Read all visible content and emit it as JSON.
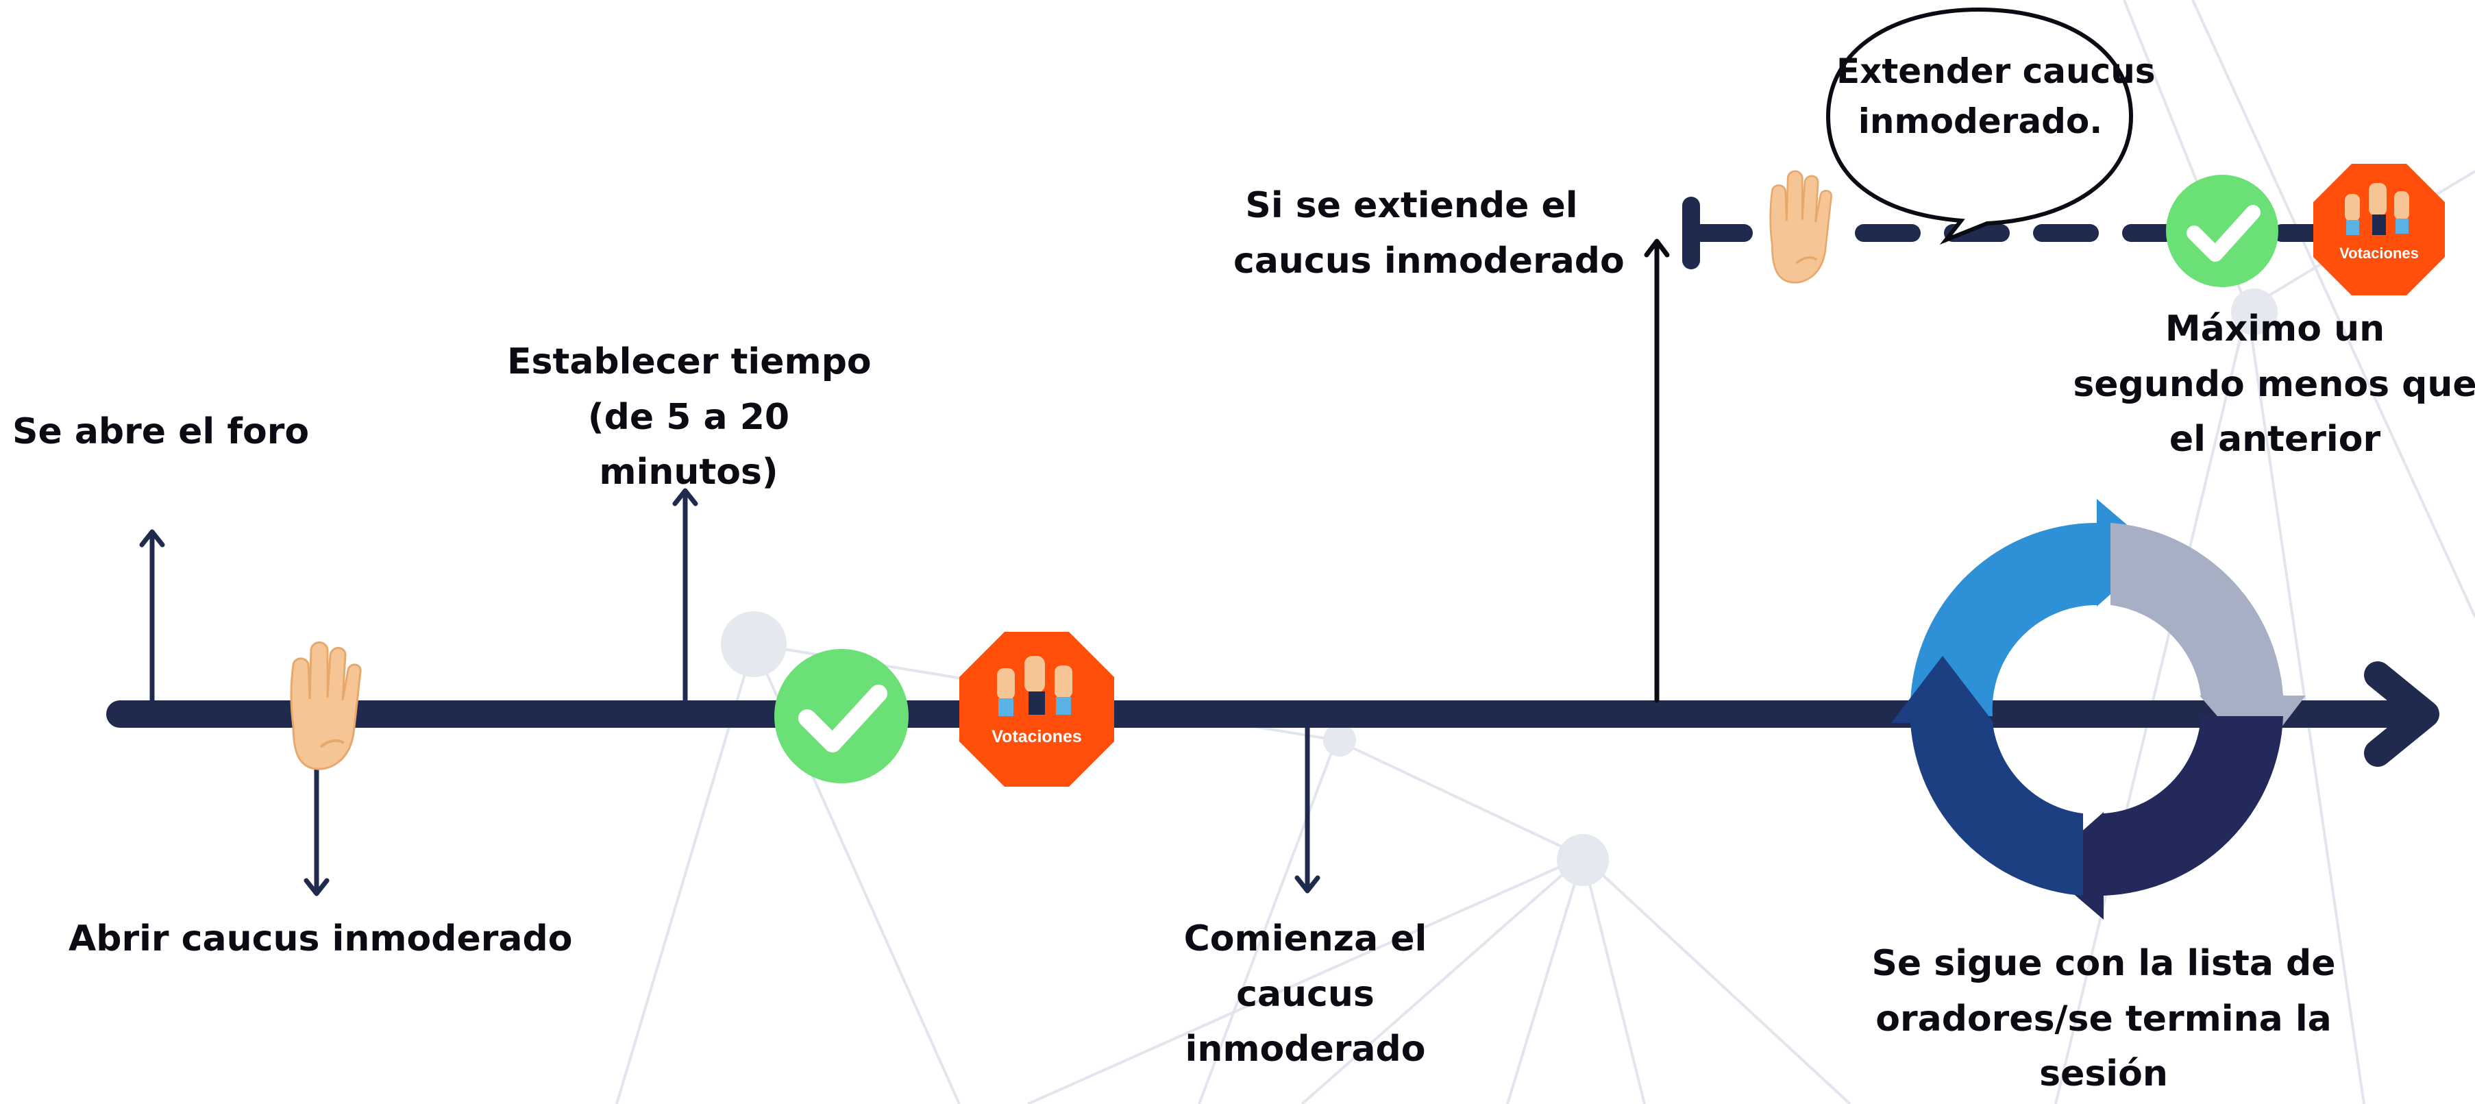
{
  "steps": {
    "open_forum": "Se abre el foro",
    "open_caucus": "Abrir caucus inmoderado",
    "set_time": [
      "Establecer tiempo",
      "(de 5 a 20",
      "minutos)"
    ],
    "caucus_starts": [
      "Comienza el",
      "caucus",
      "inmoderado"
    ],
    "if_extended": [
      "Si se extiende el",
      "caucus inmoderado"
    ],
    "max_rule": [
      "Máximo un",
      "segundo menos que",
      "el anterior"
    ],
    "continue": [
      "Se sigue con la lista de",
      "oradores/se termina la",
      "sesión"
    ]
  },
  "bubble": [
    "Extender caucus",
    "inmoderado."
  ],
  "badges": {
    "vote_label": "Votaciones"
  },
  "icons": [
    "hand-icon",
    "check-icon",
    "vote-stop-icon",
    "cycle-arrows-icon"
  ],
  "colors": {
    "line": "#1f2a4e",
    "check": "#6be076",
    "stop": "#ff4f0a",
    "hand": "#f6c596",
    "cycle_light_blue": "#2e90d6",
    "cycle_gray": "#a6afc3",
    "cycle_dark_blue": "#1c3f82",
    "cycle_navy": "#23295a"
  }
}
